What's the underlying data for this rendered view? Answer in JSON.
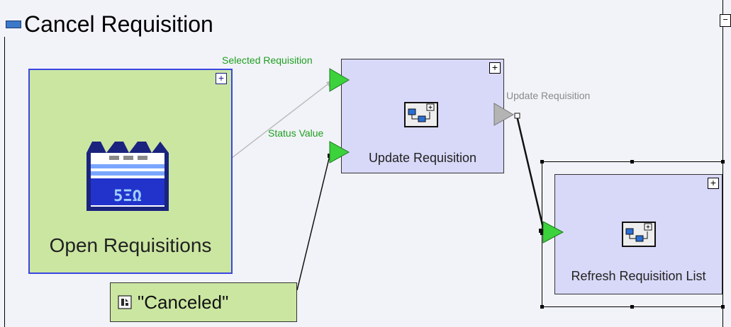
{
  "diagram": {
    "title": "Cancel Requisition",
    "colors": {
      "data_node": "#cbe6a1",
      "process_node": "#d8d8f8",
      "port_active": "#3cd23c",
      "port_inactive": "#b4b4b4",
      "label_green": "#1e9e1e",
      "label_gray": "#8a8a8a",
      "selection_border": "#3a46e0"
    },
    "nodes": {
      "open_requisitions": {
        "label": "Open Requisitions",
        "icon": "database-form-icon",
        "expand": "+"
      },
      "update_requisition": {
        "label": "Update Requisition",
        "icon": "subprocess-icon",
        "expand": "+"
      },
      "refresh_requisition_list": {
        "label": "Refresh Requisition List",
        "icon": "subprocess-icon",
        "expand": "+"
      },
      "canceled_constant": {
        "label": "\"Canceled\"",
        "icon": "constant-icon"
      }
    },
    "ports": {
      "selected_requisition": "Selected Requisition",
      "status_value": "Status Value",
      "update_requisition_out": "Update Requisition"
    },
    "corner_button": "−",
    "wires": [
      {
        "from": "open_requisitions",
        "to": "selected_requisition"
      },
      {
        "from": "canceled_constant",
        "to": "status_value"
      },
      {
        "from": "update_requisition_out",
        "to": "refresh_requisition_list"
      }
    ]
  }
}
